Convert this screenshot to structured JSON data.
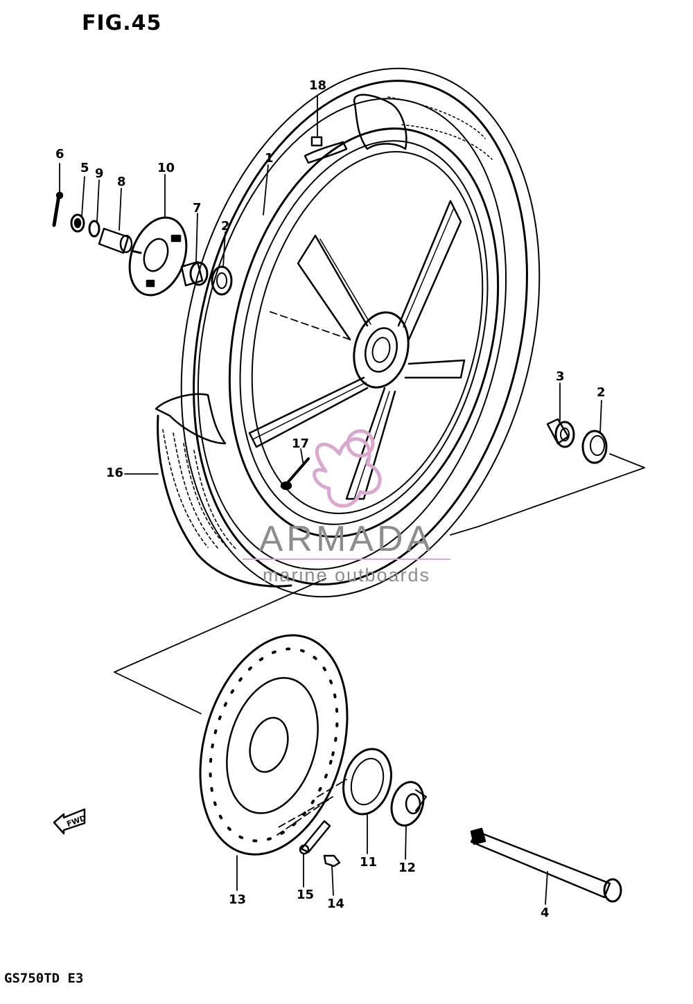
{
  "figure": {
    "title": "FIG.45",
    "model": "GS750TD  E3"
  },
  "callouts": [
    {
      "id": "c1",
      "label": "1"
    },
    {
      "id": "c2a",
      "label": "2"
    },
    {
      "id": "c2b",
      "label": "2"
    },
    {
      "id": "c3",
      "label": "3"
    },
    {
      "id": "c4",
      "label": "4"
    },
    {
      "id": "c5",
      "label": "5"
    },
    {
      "id": "c6",
      "label": "6"
    },
    {
      "id": "c7",
      "label": "7"
    },
    {
      "id": "c8",
      "label": "8"
    },
    {
      "id": "c9",
      "label": "9"
    },
    {
      "id": "c10",
      "label": "10"
    },
    {
      "id": "c11",
      "label": "11"
    },
    {
      "id": "c12",
      "label": "12"
    },
    {
      "id": "c13",
      "label": "13"
    },
    {
      "id": "c14",
      "label": "14"
    },
    {
      "id": "c15",
      "label": "15"
    },
    {
      "id": "c16",
      "label": "16"
    },
    {
      "id": "c17",
      "label": "17"
    },
    {
      "id": "c18",
      "label": "18"
    }
  ],
  "arrow": {
    "label": "FWD"
  },
  "watermark": {
    "name": "ARMADA",
    "tagline": "marine outboards",
    "accent_color": "#d9a7cf"
  }
}
